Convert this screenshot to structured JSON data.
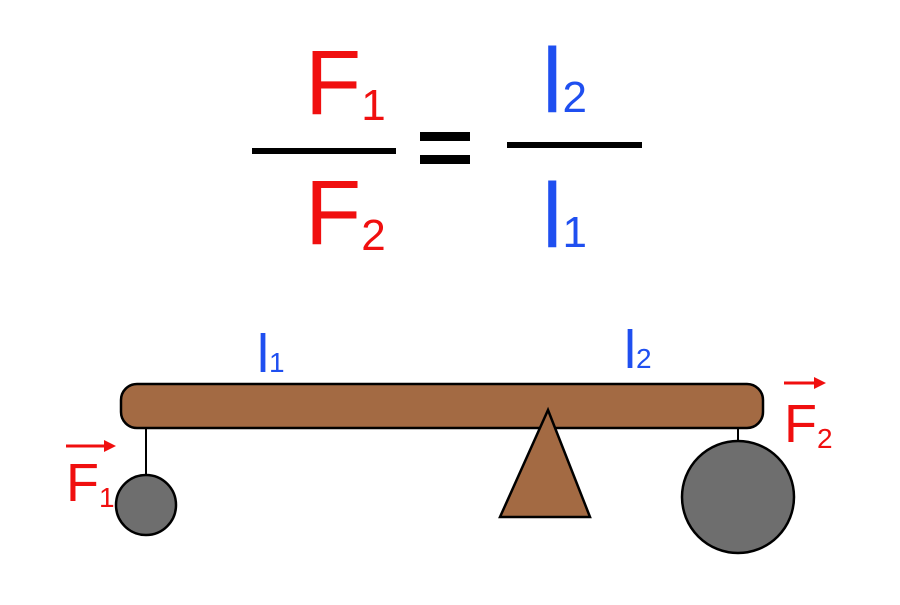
{
  "formula": {
    "left_numerator": {
      "main": "F",
      "sub": "1"
    },
    "left_denominator": {
      "main": "F",
      "sub": "2"
    },
    "equals": "=",
    "right_numerator": {
      "main": "l",
      "sub": "2"
    },
    "right_denominator": {
      "main": "l",
      "sub": "1"
    }
  },
  "diagram": {
    "arm_left_label": {
      "main": "l",
      "sub": "1"
    },
    "arm_right_label": {
      "main": "l",
      "sub": "2"
    },
    "force_left": {
      "main": "F",
      "sub": "1"
    },
    "force_right": {
      "main": "F",
      "sub": "2"
    }
  },
  "colors": {
    "force": "#f00f0f",
    "arm": "#1f4ff0",
    "lever": "#a36a43",
    "weight": "#6e6e6e",
    "ink": "#000000"
  }
}
